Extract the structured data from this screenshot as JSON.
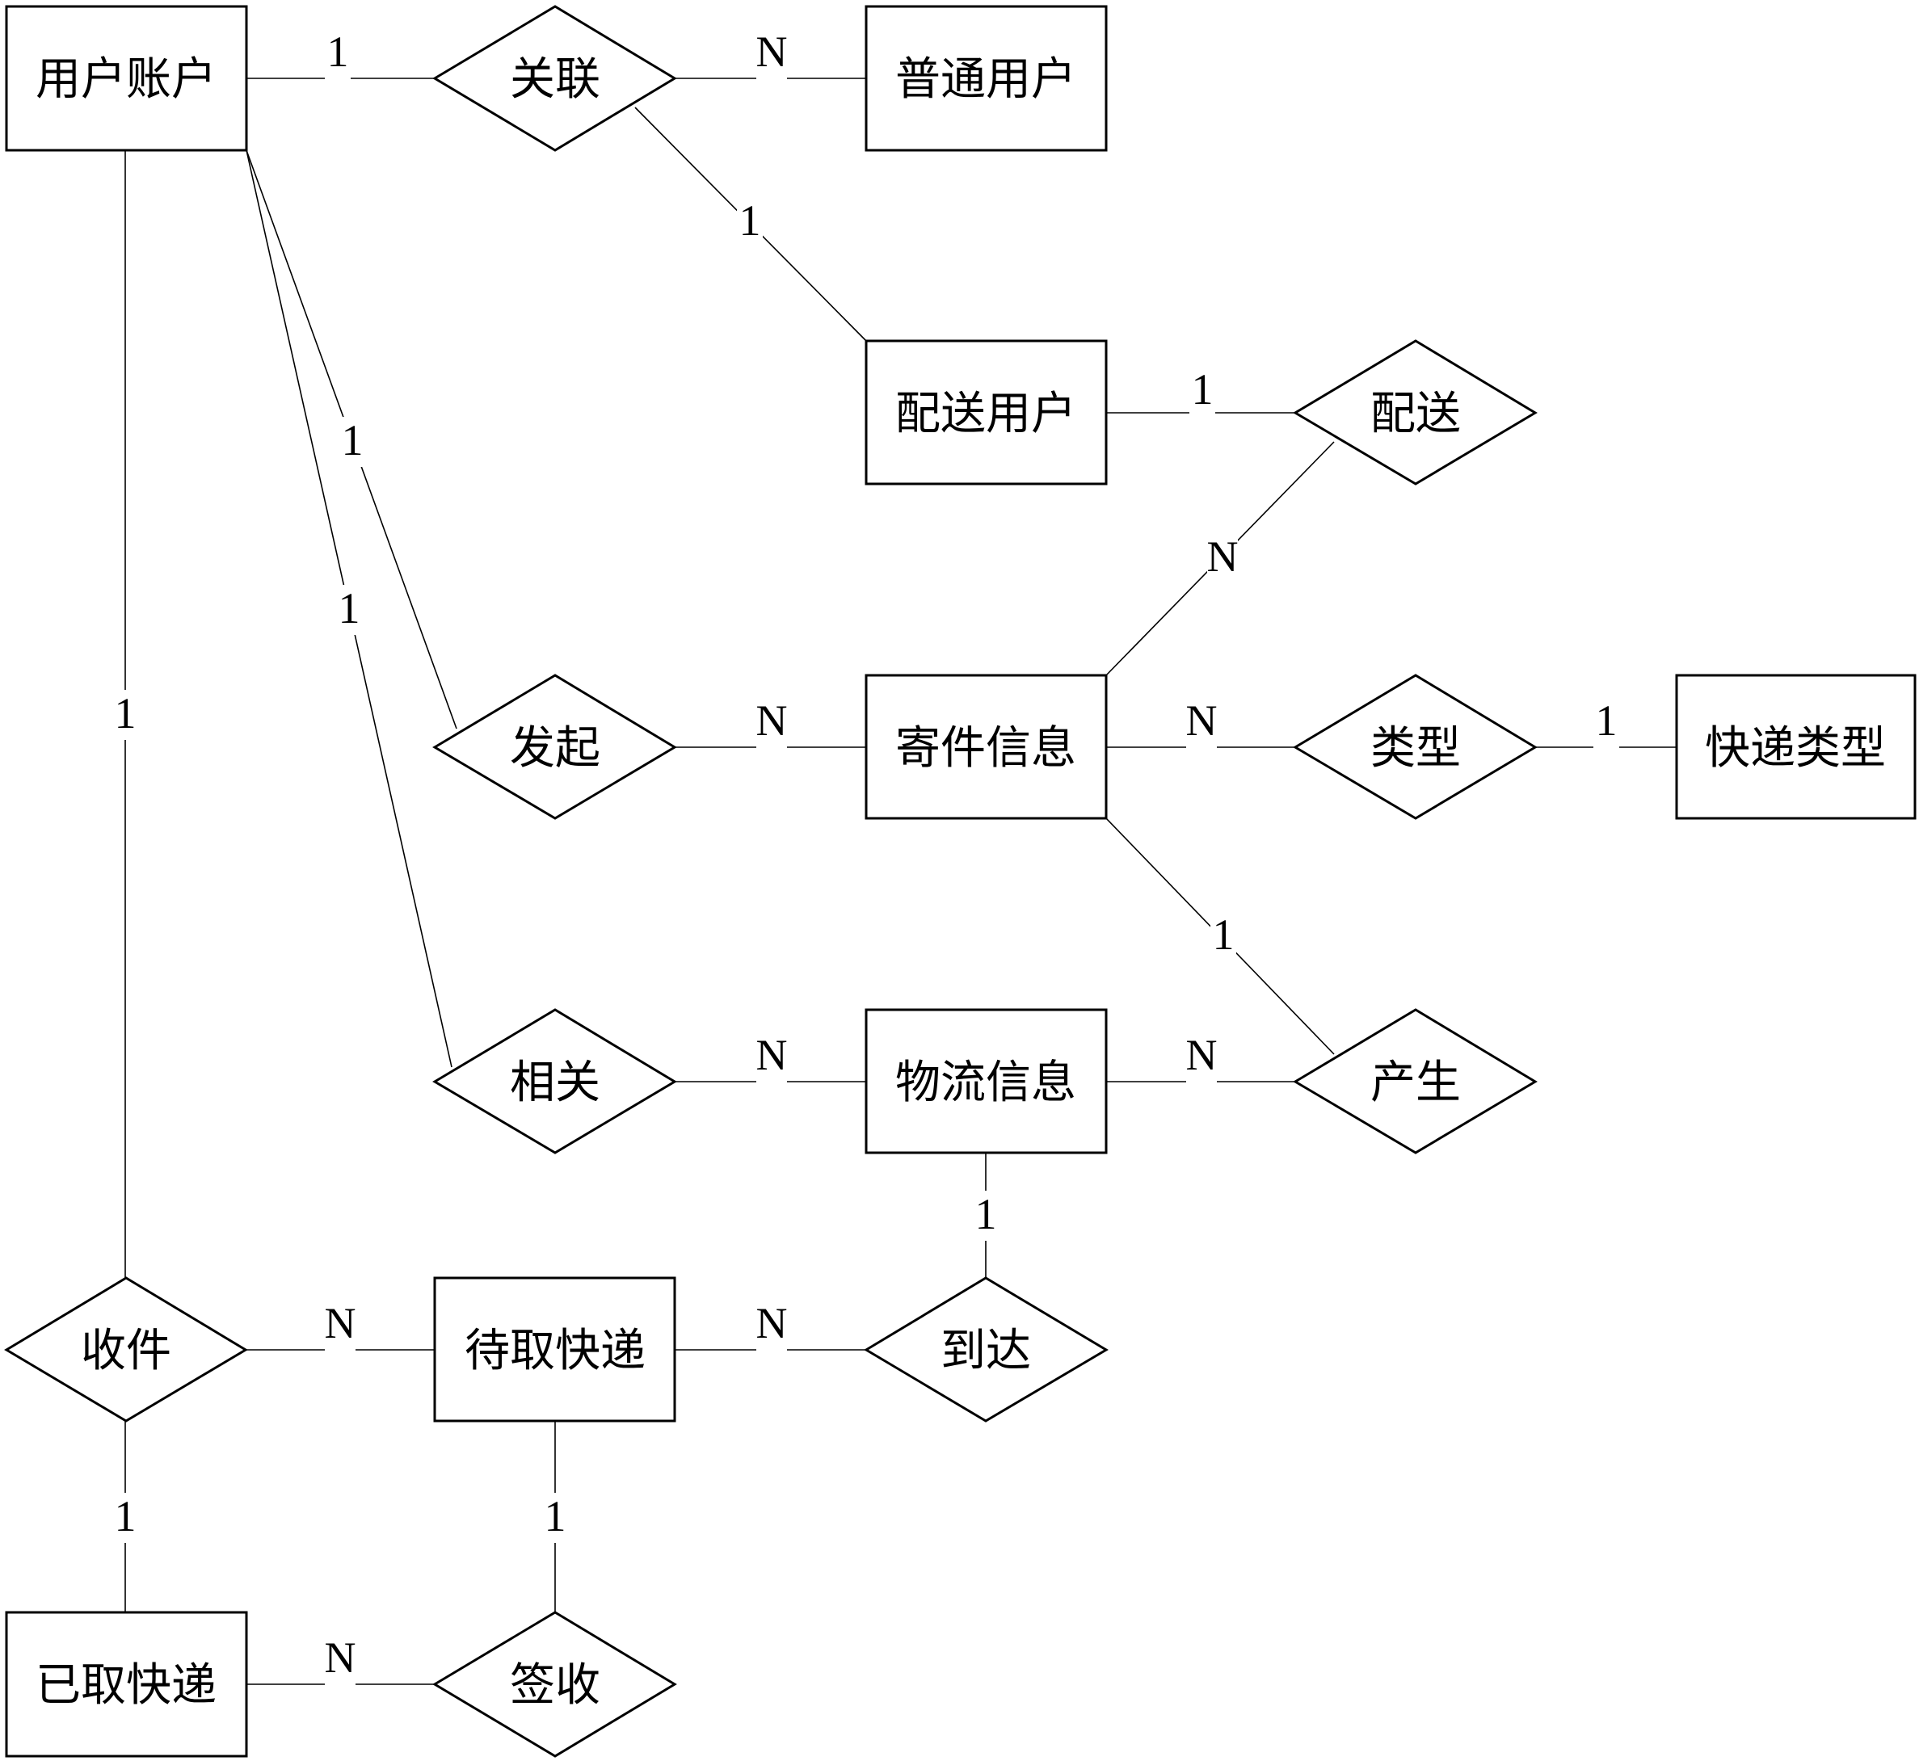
{
  "entities": {
    "user_account": "用户账户",
    "normal_user": "普通用户",
    "delivery_user": "配送用户",
    "shipment_info": "寄件信息",
    "express_type": "快递类型",
    "logistics_info": "物流信息",
    "pending_express": "待取快递",
    "picked_express": "已取快递"
  },
  "relationships": {
    "associate": "关联",
    "deliver": "配送",
    "initiate": "发起",
    "type": "类型",
    "related": "相关",
    "generate": "产生",
    "receive": "收件",
    "arrive": "到达",
    "sign": "签收"
  },
  "cardinalities": {
    "account_associate": "1",
    "associate_normal": "N",
    "associate_delivery": "1",
    "delivery_deliver": "1",
    "deliver_shipment": "N",
    "account_initiate": "1",
    "account_related": "1",
    "account_receive": "1",
    "initiate_shipment": "N",
    "shipment_type": "N",
    "type_express": "1",
    "shipment_generate": "1",
    "related_logistics": "N",
    "logistics_generate": "N",
    "logistics_arrive": "1",
    "receive_pending": "N",
    "pending_arrive": "N",
    "receive_picked": "1",
    "pending_sign": "1",
    "picked_sign": "N"
  }
}
